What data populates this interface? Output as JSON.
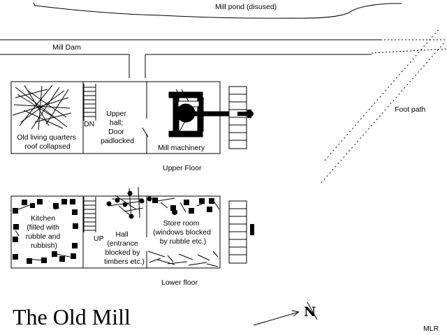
{
  "map": {
    "title": "The Old Mill",
    "author_initials": "MLR",
    "north_symbol": "N",
    "labels": {
      "mill_pond": "Mill pond (disused)",
      "mill_dam": "Mill Dam",
      "foot_path": "Foot path",
      "upper_floor": "Upper Floor",
      "lower_floor": "Lower floor"
    },
    "upper_floor_rooms": {
      "living_quarters": [
        "Old living quarters",
        "roof collapsed"
      ],
      "stairs_label": "DN",
      "upper_hall": [
        "Upper",
        "hall;",
        "Door",
        "padlocked"
      ],
      "machinery": "Mill machinery"
    },
    "lower_floor_rooms": {
      "kitchen": [
        "Kitchen",
        "(filled with",
        "rubble and",
        "rubbish)"
      ],
      "stairs_label": "UP",
      "hall": [
        "Hall",
        "(entrance",
        "blocked by",
        "timbers etc.)"
      ],
      "store_room": [
        "Store room",
        "(windows blocked",
        "by rubble etc.)"
      ]
    },
    "colors": {
      "ink": "#000000",
      "paper": "#ffffff"
    }
  }
}
